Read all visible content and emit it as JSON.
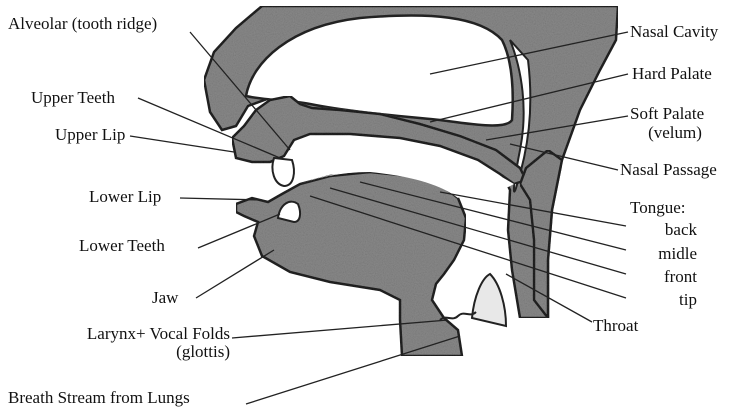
{
  "labels": {
    "alveolar": "Alveolar (tooth ridge)",
    "upper_teeth": "Upper Teeth",
    "upper_lip": "Upper Lip",
    "lower_lip": "Lower Lip",
    "lower_teeth": "Lower Teeth",
    "jaw": "Jaw",
    "larynx_line1": "Larynx+ Vocal Folds",
    "larynx_line2": "(glottis)",
    "breath_stream": "Breath Stream from Lungs",
    "nasal_cavity": "Nasal Cavity",
    "hard_palate": "Hard Palate",
    "soft_palate_line1": "Soft Palate",
    "soft_palate_line2": "(velum)",
    "nasal_passage": "Nasal Passage",
    "tongue": "Tongue:",
    "tongue_back": "back",
    "tongue_midle": "midle",
    "tongue_front": "front",
    "tongue_tip": "tip",
    "throat": "Throat"
  },
  "colors": {
    "tissue": "#8a8a8a",
    "tissue_dark": "#5a5a5a",
    "outline": "#222222",
    "cavity": "#ffffff",
    "text": "#111111"
  }
}
